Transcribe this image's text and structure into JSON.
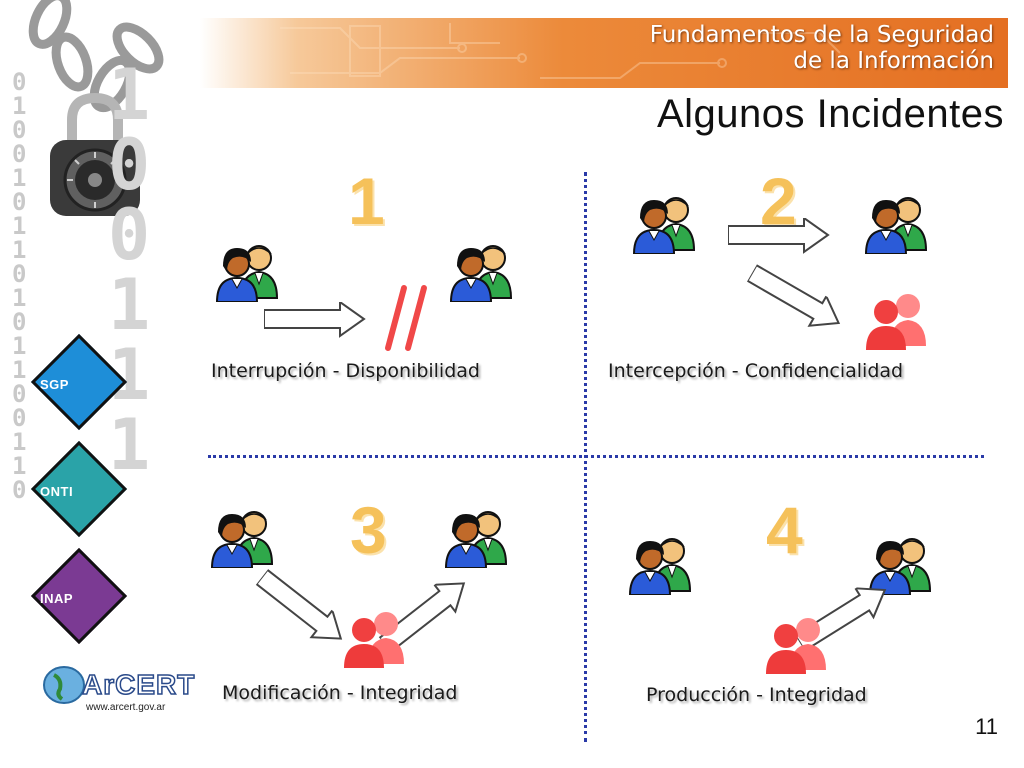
{
  "header": {
    "banner_line1": "Fundamentos de la Seguridad",
    "banner_line2": "de la Información",
    "slide_title": "Algunos Incidentes",
    "page_number": "11"
  },
  "sidebar": {
    "binary_digits": [
      "0",
      "1",
      "0",
      "0",
      "1",
      "0",
      "1",
      "1",
      "0",
      "1",
      "0",
      "1",
      "1",
      "0",
      "0",
      "1",
      "1",
      "0"
    ],
    "big_digits": [
      "1",
      "0",
      "0",
      "1",
      "1",
      "1"
    ],
    "badges": [
      {
        "label": "SGP",
        "color": "#1e8ed8"
      },
      {
        "label": "ONTI",
        "color": "#2aa3a8"
      },
      {
        "label": "INAP",
        "color": "#7b3a93"
      }
    ],
    "logo_text": "ArCERT",
    "logo_url": "www.arcert.gov.ar"
  },
  "quadrants": [
    {
      "number": "1",
      "caption": "Interrupción - Disponibilidad"
    },
    {
      "number": "2",
      "caption": "Intercepción - Confidencialidad"
    },
    {
      "number": "3",
      "caption": "Modificación - Integridad"
    },
    {
      "number": "4",
      "caption": "Producción - Integridad"
    }
  ],
  "colors": {
    "accent_orange": "#e46f22",
    "number_yellow": "#f5c15a",
    "divider_blue": "#2a3aa8",
    "attacker_red": "#ee3b3b",
    "person_blue": "#2b5bd8",
    "person_green": "#2fa84a"
  }
}
